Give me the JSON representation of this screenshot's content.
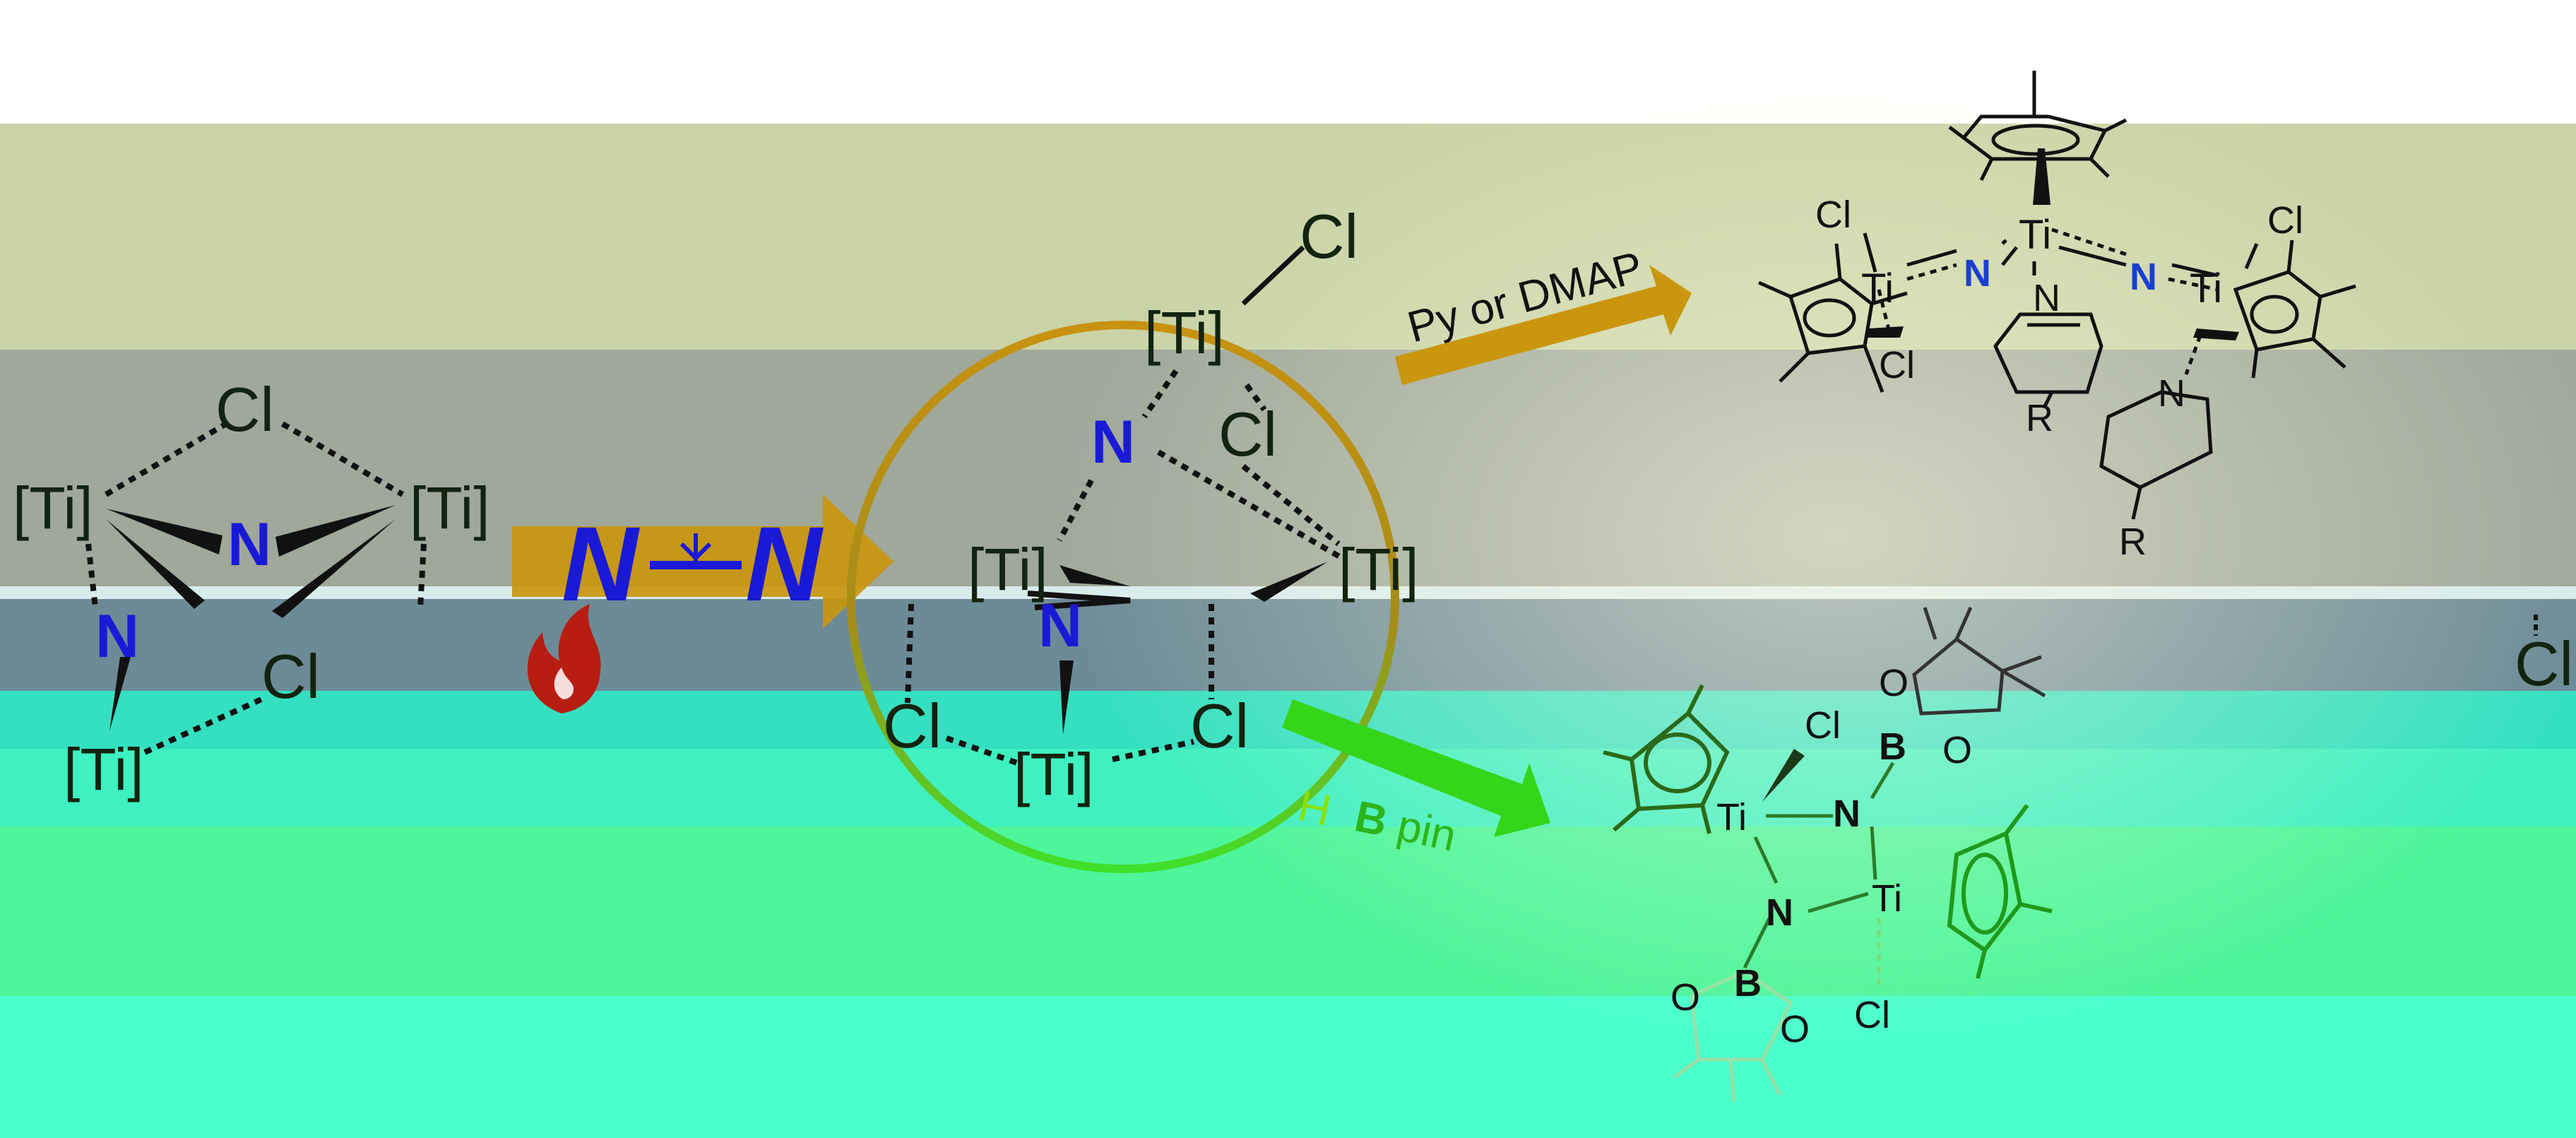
{
  "colors": {
    "band_olive": "#c9d3a6",
    "band_grey": "#9fa89a",
    "band_slate": "#6d8b97",
    "band_teal": "#3ff0c0",
    "band_green": "#4ef59a",
    "band_aqua": "#4affcc",
    "arrow_gold": "#c9960e",
    "arrow_green": "#35d51a",
    "ring": "#c8920f",
    "nitrogen": "#1a1ad6",
    "flame": "#b81d12"
  },
  "icons": {
    "heat": "flame-icon"
  },
  "left_cluster": {
    "ti_top_left": "[Ti]",
    "ti_top_right": "[Ti]",
    "ti_bottom": "[Ti]",
    "cl_top": "Cl",
    "cl_right": "Cl",
    "n_center": "N",
    "n_lower": "N"
  },
  "dinitrogen": {
    "n1": "N",
    "n2": "N"
  },
  "center_cluster": {
    "cl_top": "Cl",
    "ti_top": "[Ti]",
    "n_upper": "N",
    "cl_upper": "Cl",
    "ti_left": "[Ti]",
    "ti_right": "[Ti]",
    "n_center": "N",
    "cl_left": "Cl",
    "ti_bottom": "[Ti]",
    "cl_right": "Cl"
  },
  "reagents": {
    "upper": "Py or DMAP",
    "lower_h": "H",
    "lower_b": "B",
    "lower_pin": "pin"
  },
  "top_product": {
    "ti_center": "Ti",
    "ti_left": "Ti",
    "ti_right": "Ti",
    "cl_upper_left": "Cl",
    "cl_lower_left": "Cl",
    "cl_right": "Cl",
    "n_left": "N",
    "n_right": "N",
    "n_py_center": "N",
    "n_py_right": "N",
    "r_center": "R",
    "r_right": "R"
  },
  "bottom_product": {
    "cl_top": "Cl",
    "o_top_left": "O",
    "b_top": "B",
    "o_top_right": "O",
    "ti_left": "Ti",
    "n_right": "N",
    "n_left": "N",
    "ti_right": "Ti",
    "b_bottom": "B",
    "o_bottom_left": "O",
    "o_bottom_right": "O",
    "cl_bottom": "Cl"
  },
  "edge_fragment": {
    "cl": "Cl"
  }
}
